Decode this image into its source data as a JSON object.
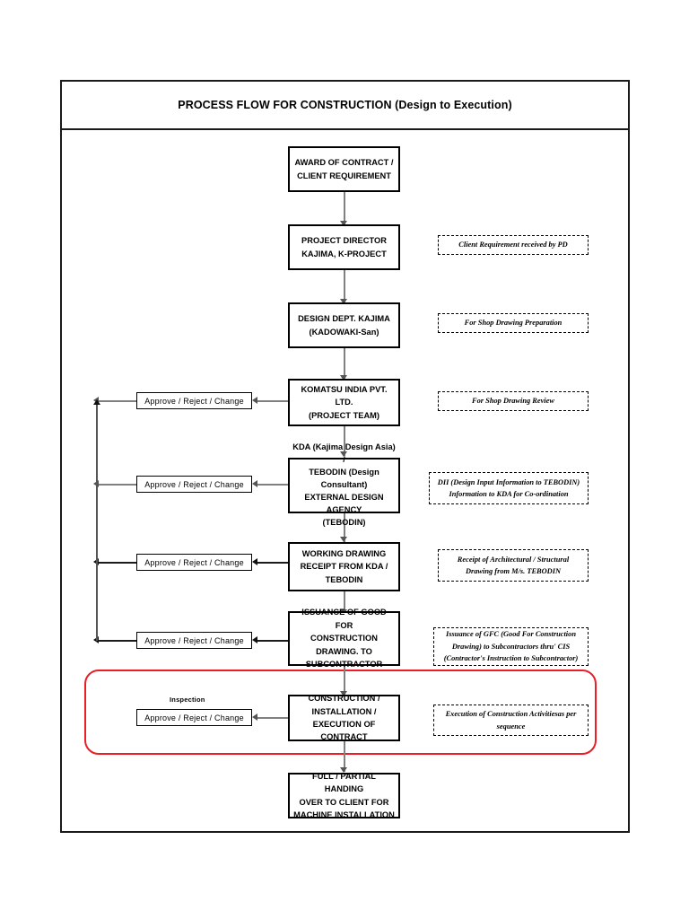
{
  "document": {
    "title": "PROCESS FLOW FOR CONSTRUCTION (Design to Execution)"
  },
  "colors": {
    "highlight": "#ee1c25",
    "border": "#000000",
    "connector": "#808080"
  },
  "process_steps": [
    {
      "id": "award",
      "label": "AWARD OF CONTRACT /\nCLIENT REQUIREMENT"
    },
    {
      "id": "project-director",
      "label": "PROJECT DIRECTOR\nKAJIMA, K-PROJECT"
    },
    {
      "id": "design-dept",
      "label": "DESIGN DEPT. KAJIMA\n(KADOWAKI-San)"
    },
    {
      "id": "komatsu",
      "label": "KOMATSU INDIA PVT. LTD.\n(PROJECT TEAM)"
    },
    {
      "id": "kda-tebodin",
      "label": "KDA (Kajima Design Asia) /\nTEBODIN (Design\nConsultant)\nEXTERNAL DESIGN AGENCY\n(TEBODIN)"
    },
    {
      "id": "working-drawing",
      "label": "WORKING DRAWING\nRECEIPT FROM KDA /\nTEBODIN"
    },
    {
      "id": "gfc-issuance",
      "label": "ISSUANCE OF GOOD FOR\nCONSTRUCTION\nDRAWING. TO\nSUBCONTRACTOR"
    },
    {
      "id": "construction",
      "label": "CONSTRUCTION /\nINSTALLATION /\nEXECUTION OF CONTRACT"
    },
    {
      "id": "handing-over",
      "label": "FULL / PARTIAL HANDING\nOVER TO CLIENT FOR\nMACHINE INSTALLATION"
    }
  ],
  "feedback_boxes": [
    {
      "id": "feedback-komatsu",
      "label": "Approve / Reject / Change"
    },
    {
      "id": "feedback-kda",
      "label": "Approve / Reject / Change"
    },
    {
      "id": "feedback-working",
      "label": "Approve / Reject / Change"
    },
    {
      "id": "feedback-gfc",
      "label": "Approve / Reject / Change"
    },
    {
      "id": "feedback-construction",
      "label": "Approve / Reject / Change"
    }
  ],
  "inspection_label": "Inspection",
  "annotations": [
    {
      "id": "note-pd",
      "text": "Client Requirement received by PD"
    },
    {
      "id": "note-shop-prep",
      "text": "For Shop Drawing Preparation"
    },
    {
      "id": "note-shop-review",
      "text": "For Shop Drawing Review"
    },
    {
      "id": "note-dii",
      "text": "DII (Design Input Information to TEBODIN)\nInformation to KDA for Co-ordination"
    },
    {
      "id": "note-receipt",
      "text": "Receipt of Architectural / Structural\nDrawing from M/s. TEBODIN"
    },
    {
      "id": "note-gfc",
      "text": "Issuance of GFC (Good For Construction\nDrawing) to Subcontractors thru' CIS\n(Contractor's Instruction to Subcontractor)"
    },
    {
      "id": "note-execution",
      "text": "Execution of Construction Activitiesas per\nsequence"
    }
  ]
}
